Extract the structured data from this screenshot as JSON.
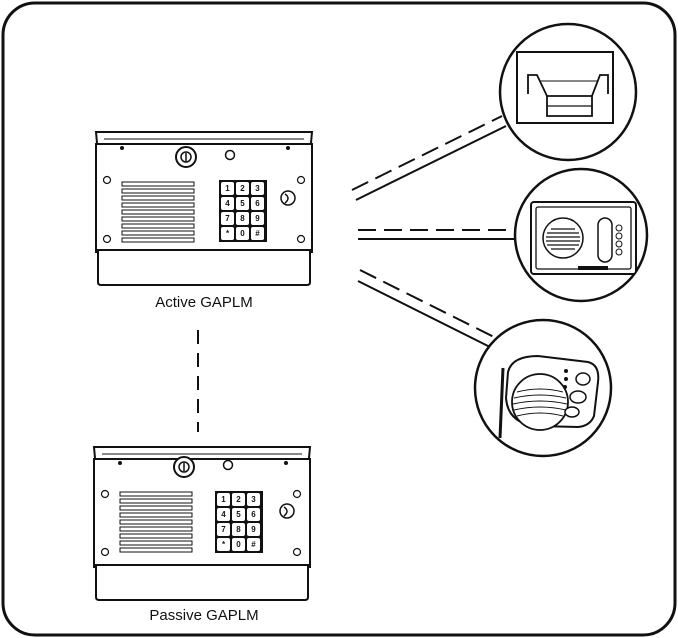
{
  "labels": {
    "active": "Active GAPLM",
    "passive": "Passive GAPLM"
  },
  "keypad_keys": [
    "1",
    "2",
    "3",
    "4",
    "5",
    "6",
    "7",
    "8",
    "9",
    "*",
    "0",
    "#"
  ],
  "colors": {
    "stroke": "#111111",
    "panel_fill": "#ffffff",
    "shade_fill": "#e8e8e8"
  },
  "icons": {
    "cord-icon": "phone-handset",
    "keyhole-icon": "lock"
  }
}
